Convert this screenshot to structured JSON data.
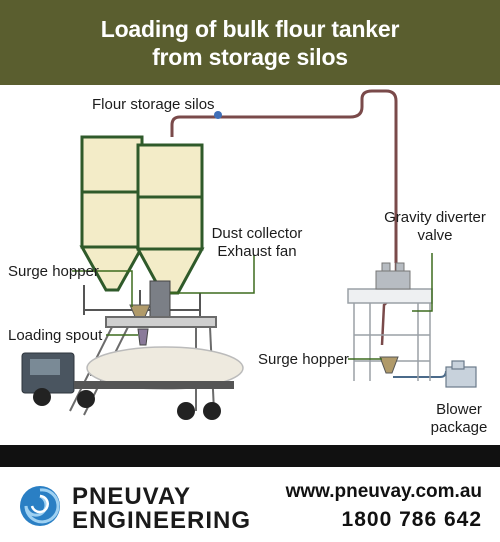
{
  "header": {
    "title_line1": "Loading of bulk flour tanker",
    "title_line2": "from storage silos"
  },
  "labels": {
    "flour_storage_silos": "Flour storage silos",
    "dust_collector": "Dust collector",
    "exhaust_fan": "Exhaust fan",
    "surge_hopper_left": "Surge hopper",
    "loading_spout": "Loading spout",
    "gravity_diverter_line1": "Gravity diverter",
    "gravity_diverter_line2": "valve",
    "surge_hopper_right": "Surge hopper",
    "blower_line1": "Blower",
    "blower_line2": "package"
  },
  "footer": {
    "brand_line1": "PNEUVAY",
    "brand_line2": "ENGINEERING",
    "website": "www.pneuvay.com.au",
    "phone": "1800 786 642"
  },
  "colors": {
    "header_bg": "#5a5e2f",
    "silo_fill": "#f3ecc8",
    "frame": "#2f5a2a",
    "pipe": "#7a4a4a",
    "leader": "#3d6b1e",
    "brand_blue": "#2a7fc4"
  }
}
